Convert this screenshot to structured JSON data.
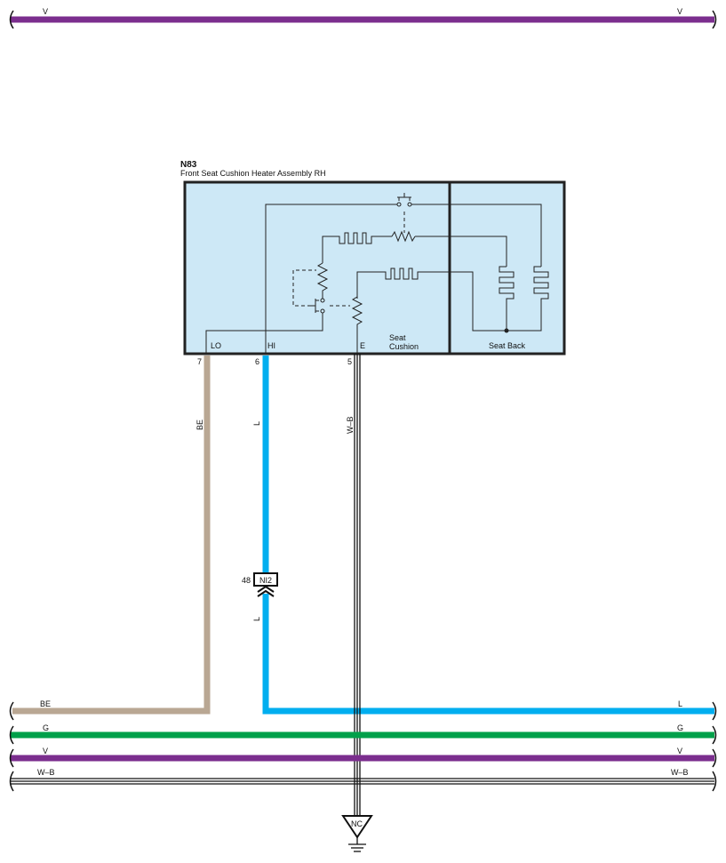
{
  "component": {
    "id": "N83",
    "name": "Front Seat Cushion Heater Assembly RH",
    "seat_cushion_label_line1": "Seat",
    "seat_cushion_label_line2": "Cushion",
    "seat_back_label": "Seat Back",
    "pins": [
      {
        "terminal": "LO",
        "number": "7",
        "wire": "BE"
      },
      {
        "terminal": "HI",
        "number": "6",
        "wire": "L"
      },
      {
        "terminal": "E",
        "number": "5",
        "wire": "W–B"
      }
    ]
  },
  "connector": {
    "id": "NI2",
    "pin": "48",
    "wire_below": "L"
  },
  "ground": {
    "label": "NC"
  },
  "buses": [
    {
      "name": "V",
      "color": "#7B2E8E",
      "left_label": "V",
      "right_label": "V"
    },
    {
      "name": "BE",
      "color": "#B9A793",
      "left_label": "BE",
      "right_label": "L"
    },
    {
      "name": "G",
      "color": "#00A04A",
      "left_label": "G",
      "right_label": "G"
    },
    {
      "name": "V",
      "color": "#7B2E8E",
      "left_label": "V",
      "right_label": "V"
    },
    {
      "name": "W–B",
      "color": "#000000",
      "left_label": "W–B",
      "right_label": "W–B"
    }
  ],
  "colors": {
    "violet": "#7B2E8E",
    "beige": "#B9A793",
    "blue": "#00AEEF",
    "green": "#00A04A",
    "box_fill": "#CDE8F6"
  }
}
